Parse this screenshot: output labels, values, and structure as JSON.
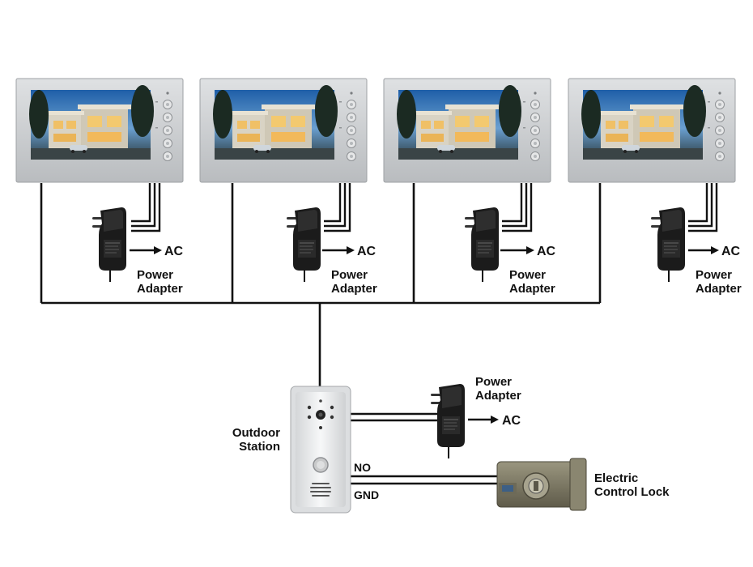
{
  "monitors": [
    {
      "id": "monitor-1"
    },
    {
      "id": "monitor-2"
    },
    {
      "id": "monitor-3"
    },
    {
      "id": "monitor-4"
    }
  ],
  "labels": {
    "power_adapter_line1": "Power",
    "power_adapter_line2": "Adapter",
    "ac": "AC",
    "outdoor_station_line1": "Outdoor",
    "outdoor_station_line2": "Station",
    "no": "NO",
    "gnd": "GND",
    "lock_line1": "Electric",
    "lock_line2": "Control Lock"
  },
  "colors": {
    "wire": "#111111",
    "monitor_frame": "#c9cbcd",
    "adapter_body": "#1b1b1b",
    "station_face": "#f1f2f3",
    "lock_body": "#7e7a66"
  },
  "icons": [
    "power-adapter-icon",
    "monitor-icon",
    "outdoor-station-icon",
    "electric-lock-icon",
    "arrow-right-icon"
  ]
}
